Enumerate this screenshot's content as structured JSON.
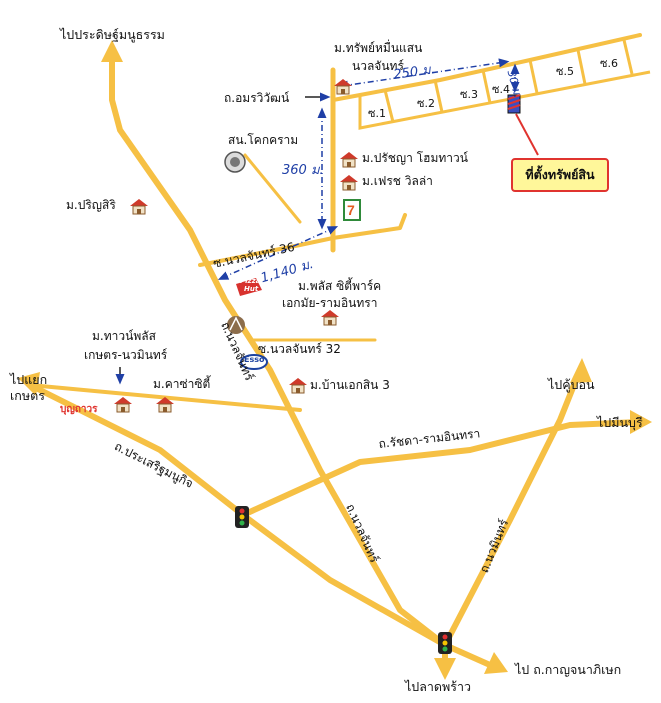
{
  "directions": {
    "pracha": "ไปประดิษฐ์มนูธรรม",
    "kaset_line1": "ไปแยก",
    "kaset_line2": "เกษตร",
    "khubon": "ไปคู้บอน",
    "minburi": "ไปมีนบุรี",
    "ladprao": "ไปลาดพร้าว",
    "kanchana": "ไป ถ.กาญจนาภิเษก"
  },
  "roads": {
    "amorn": "ถ.อมรวิวัฒน์",
    "nuanchan_upper": "ถ.นวลจันทร์",
    "nuanchan_lower": "ถ.นวลจันทร์",
    "prasert": "ถ.ประเสริฐมนูกิจ",
    "ratchada": "ถ.รัชดา-รามอินทรา",
    "nawamin": "ถ.นวมินทร์",
    "soi36": "ซ.นวลจันทร์ 36",
    "soi32": "ซ.นวลจันทร์ 32"
  },
  "places": {
    "sap_line1": "ม.ทรัพย์หมื่นแสน",
    "sap_line2": "นวลจันทร์",
    "pratchaya": "ม.ปรัชญา โฮมทาวน์",
    "fresh": "ม.เฟรช วิลล่า",
    "parinsiri": "ม.ปริญสิริ",
    "pluscity_line1": "ม.พลัส ซิตี้พาร์ค",
    "pluscity_line2": "เอกมัย-รามอินทรา",
    "townplus_line1": "ม.ทาวน์พลัส",
    "townplus_line2": "เกษตร-นวมินทร์",
    "casa": "ม.คาซ่าซิตี้",
    "baan_ekasin": "ม.บ้านเอกสิน 3",
    "kokram": "สน.โคกคราม",
    "esso": "Esso",
    "brand_sign": "บุญถาวร",
    "pizza_line1": "Pizza",
    "pizza_line2": "Hut"
  },
  "distances": {
    "d250": "250 ม.",
    "d30": "30 ม.",
    "d360": "360 ม.",
    "d1140": "1,140 ม."
  },
  "sois": [
    "ซ.1",
    "ซ.2",
    "ซ.3",
    "ซ.4",
    "ซ.5",
    "ซ.6"
  ],
  "callout": "ที่ตั้งทรัพย์สิน",
  "colors": {
    "road": "#f6c044",
    "road_edge": "#e2a52b",
    "distance_line": "#1f3fa6",
    "callout_bg": "#fff79a",
    "callout_border": "#e0342f",
    "marker": "#e0342f"
  },
  "icons": [
    "house-icon",
    "traffic-light-icon",
    "seven-eleven-icon",
    "pizza-hut-icon",
    "esso-icon",
    "police-station-icon",
    "property-marker-icon"
  ]
}
